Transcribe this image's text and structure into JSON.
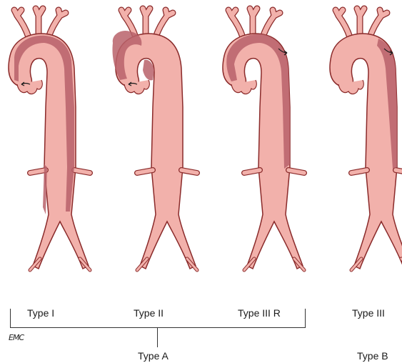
{
  "colors": {
    "vessel_fill": "#f2b1ab",
    "vessel_outline": "#8a2a2a",
    "false_lumen": "#b9626a",
    "background": "#ffffff"
  },
  "panels": [
    {
      "label": "Type I"
    },
    {
      "label": "Type II"
    },
    {
      "label": "Type III R"
    },
    {
      "label": "Type III"
    }
  ],
  "groups": {
    "type_a": "Type A",
    "type_b": "Type B"
  },
  "logo_text": "EMC"
}
